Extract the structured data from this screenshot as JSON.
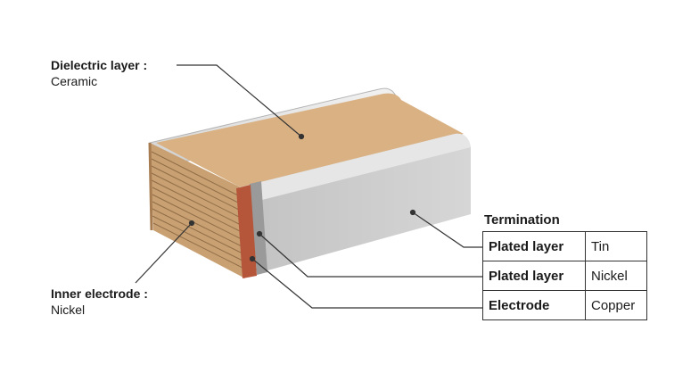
{
  "dielectric": {
    "title": "Dielectric layer :",
    "material": "Ceramic"
  },
  "inner_electrode": {
    "title": "Inner electrode :",
    "material": "Nickel"
  },
  "termination": {
    "heading": "Termination",
    "rows": [
      {
        "layer": "Plated layer",
        "material": "Tin"
      },
      {
        "layer": "Plated layer",
        "material": "Nickel"
      },
      {
        "layer": "Electrode",
        "material": "Copper"
      }
    ]
  },
  "colors": {
    "ceramic_top": "#D9B183",
    "ceramic_side": "#C9A072",
    "tin_plating": "#C8C8C8",
    "nickel_plating": "#9A9A9A",
    "copper_electrode": "#B5563A",
    "leader_line": "#333333"
  }
}
